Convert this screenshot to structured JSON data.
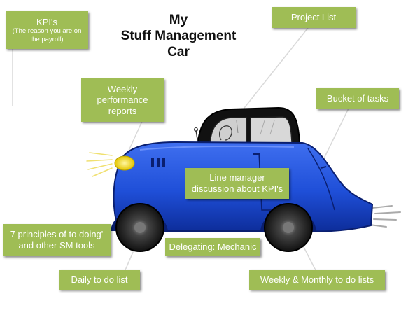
{
  "title": {
    "line1": "My",
    "line2": "Stuff Management",
    "line3": "Car"
  },
  "labels": {
    "kpis": {
      "main": "KPI's",
      "sub1": "(The reason you are on",
      "sub2": "the payroll)"
    },
    "project_list": "Project List",
    "weekly_reports": {
      "line1": "Weekly",
      "line2": "performance",
      "line3": "reports"
    },
    "bucket_of_tasks": "Bucket of tasks",
    "line_manager": {
      "line1": "Line manager",
      "line2": "discussion about KPI's"
    },
    "seven_principles": {
      "line1": "7 principles of to doing'",
      "line2": "and other SM tools"
    },
    "delegating": "Delegating: Mechanic",
    "daily_list": "Daily to do list",
    "weekly_monthly": "Weekly & Monthly to do lists"
  },
  "colors": {
    "label_bg": "#9fbd55",
    "label_text": "#ffffff",
    "car_body": "#1f4fd8",
    "car_roof": "#0d0d0d",
    "headlight": "#f5d800"
  }
}
